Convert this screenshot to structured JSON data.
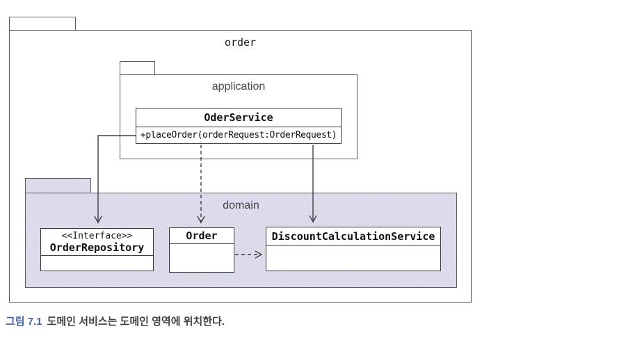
{
  "diagram": {
    "outer_package": {
      "name": "order"
    },
    "application_package": {
      "name": "application",
      "class": {
        "name": "OderService",
        "method": "+placeOrder(orderRequest:OrderRequest)"
      }
    },
    "domain_package": {
      "name": "domain",
      "classes": [
        {
          "stereotype": "<<Interface>>",
          "name": "OrderRepository"
        },
        {
          "name": "Order"
        },
        {
          "name": "DiscountCalculationService"
        }
      ]
    },
    "relations": [
      {
        "from": "OderService",
        "to": "OrderRepository",
        "line": "solid",
        "arrow": "open"
      },
      {
        "from": "OderService",
        "to": "Order",
        "line": "dashed",
        "arrow": "open"
      },
      {
        "from": "OderService",
        "to": "DiscountCalculationService",
        "line": "solid",
        "arrow": "open"
      },
      {
        "from": "Order",
        "to": "DiscountCalculationService",
        "line": "dashed",
        "arrow": "open"
      }
    ],
    "colors": {
      "domain_fill": "#dfdfee",
      "line": "#3f3f3f",
      "package_border": "#5a5a5a",
      "class_border": "#383838",
      "caption_accent": "#44629f",
      "caption_text": "#3f3f3f"
    }
  },
  "caption": {
    "label": "그림 7.1",
    "text": "도메인 서비스는 도메인 영역에 위치한다."
  }
}
